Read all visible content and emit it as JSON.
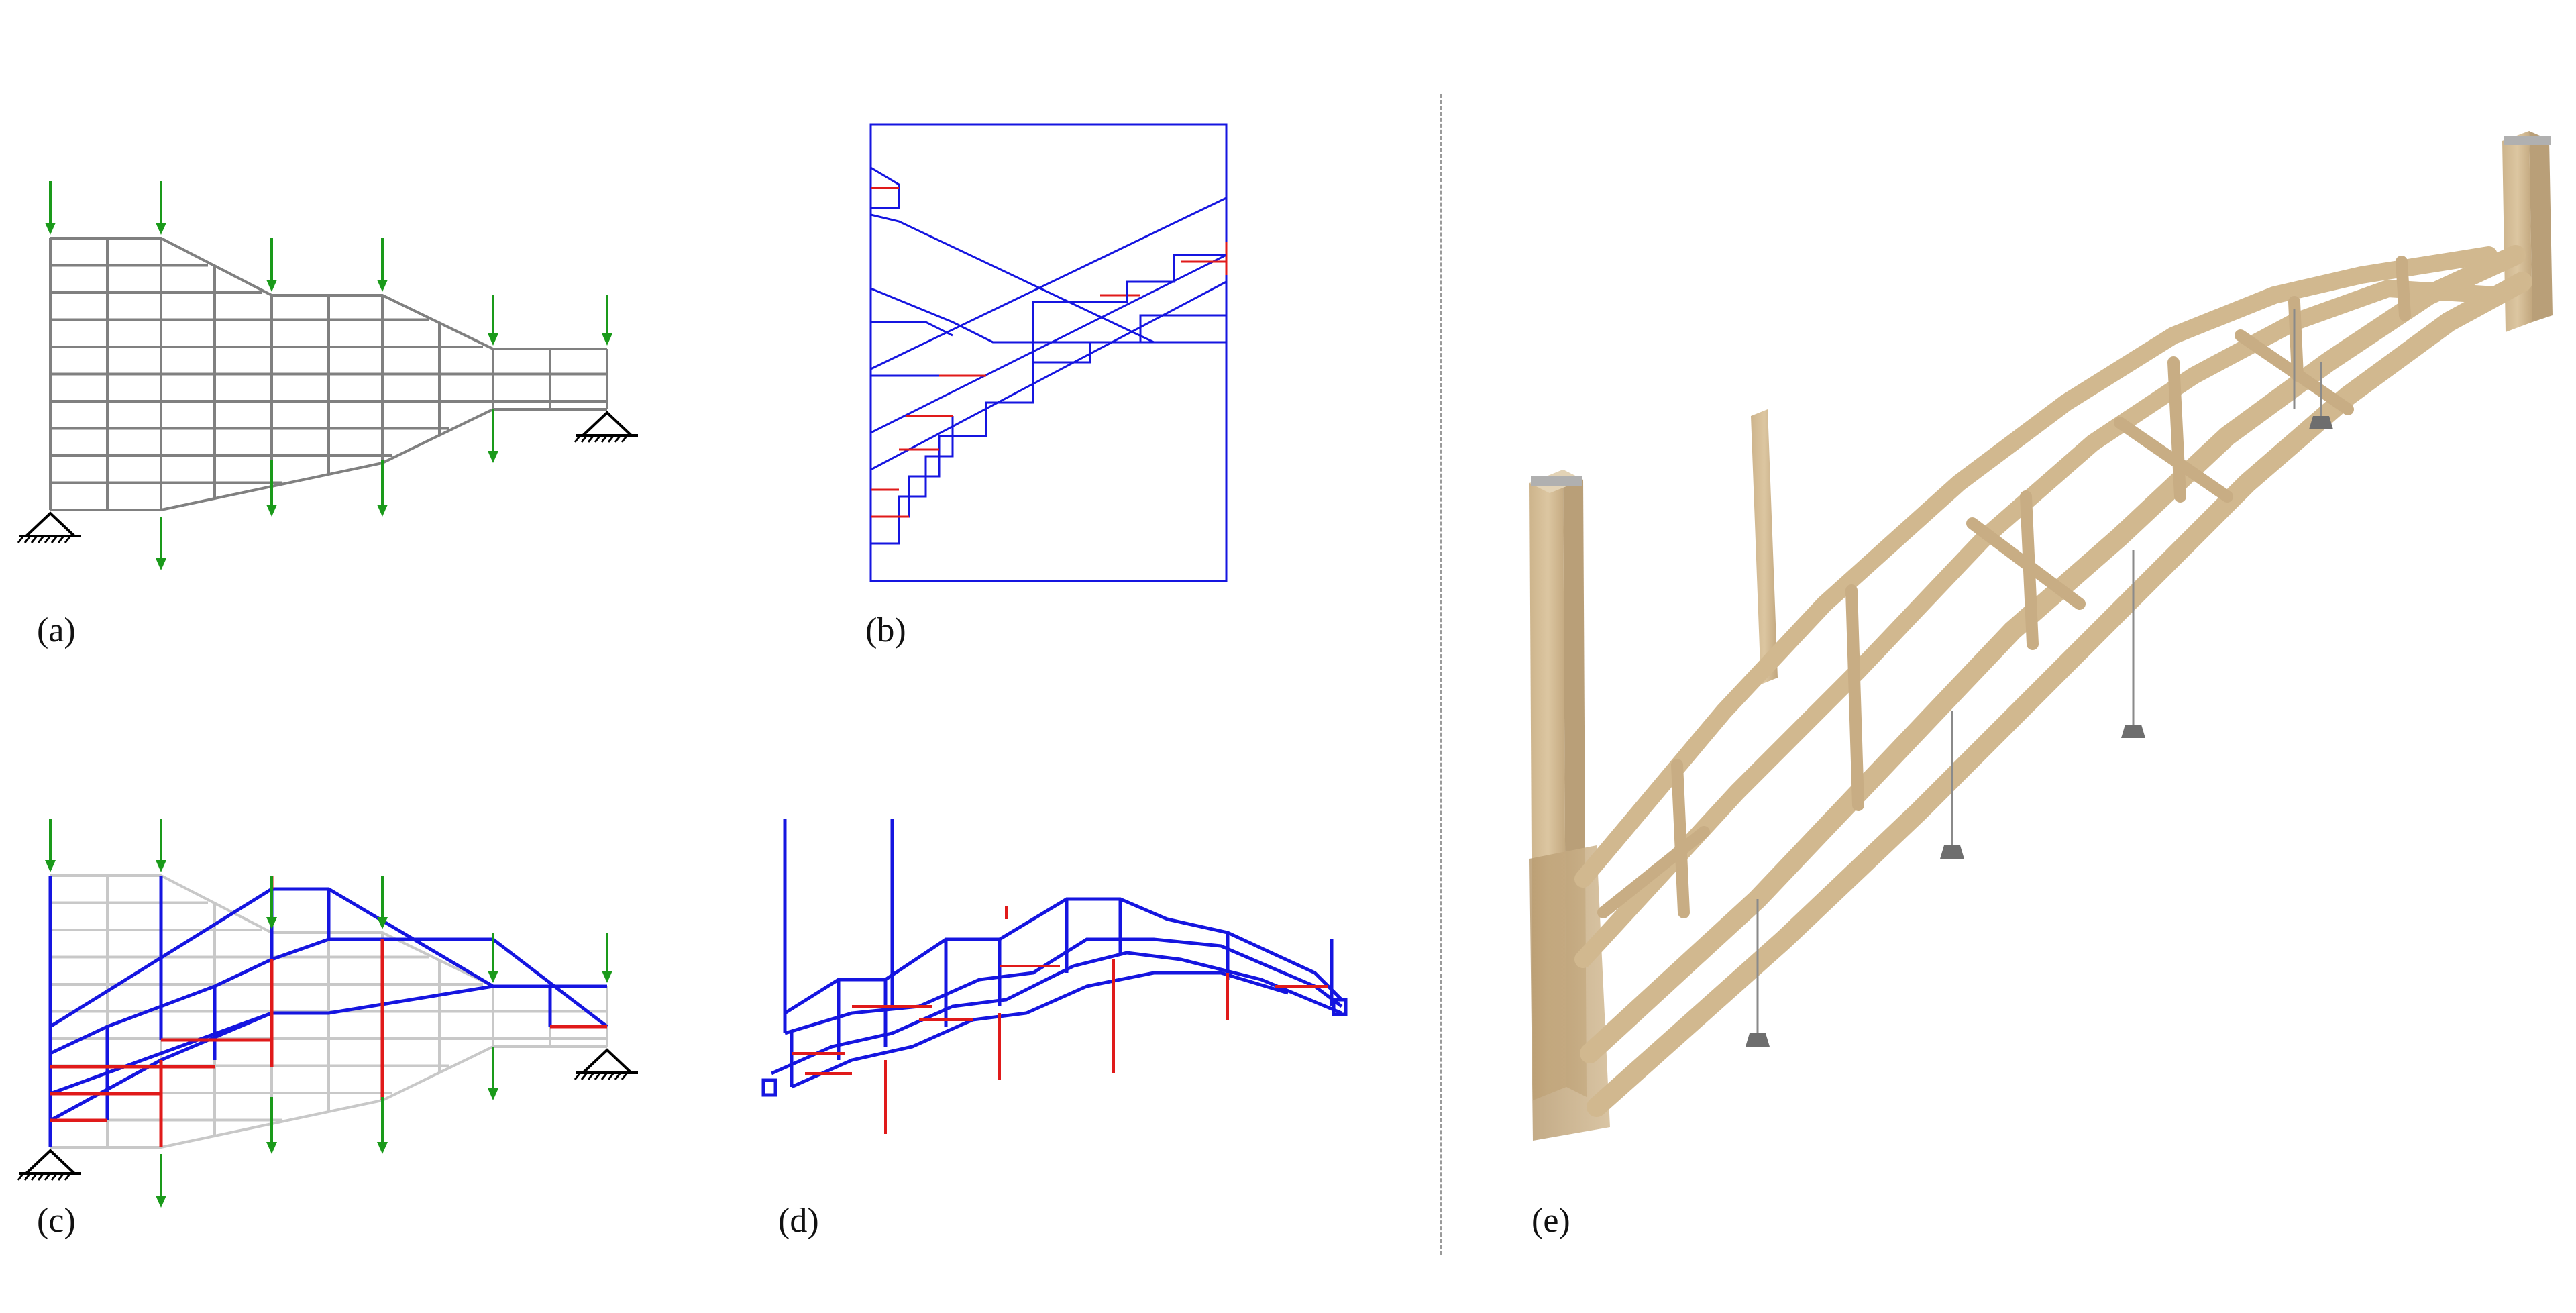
{
  "panels": [
    {
      "id": "a",
      "label": "(a)"
    },
    {
      "id": "b",
      "label": "(b)"
    },
    {
      "id": "c",
      "label": "(c)"
    },
    {
      "id": "d",
      "label": "(d)"
    },
    {
      "id": "e",
      "label": "(e)"
    }
  ],
  "colors": {
    "load_arrow": "#1a9a1a",
    "compression_member": "#1515e0",
    "tension_member": "#e01a1a",
    "ground_structure": "#808080",
    "faded_ground_structure": "#c8c8c8",
    "timber": "#d7bf98",
    "steel_cap": "#a9a9a9"
  },
  "icons": [
    "pin-support-icon",
    "load-arrow-icon"
  ]
}
